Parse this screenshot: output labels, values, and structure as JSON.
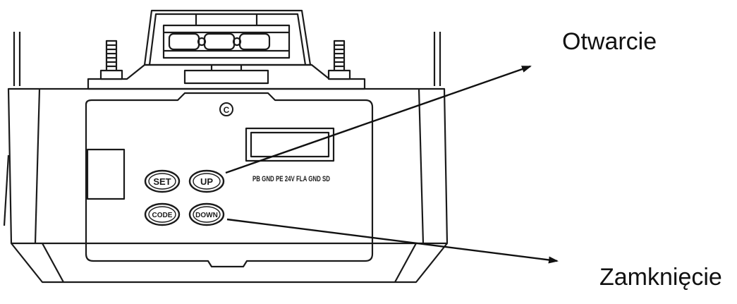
{
  "diagram": {
    "buttons": {
      "set": "SET",
      "up": "UP",
      "code": "CODE",
      "down": "DOWN"
    },
    "terminal_labels": "PB GND PE 24V FLA GND SD",
    "emblem": "C",
    "callouts": {
      "up_label": "Otwarcie",
      "down_label": "Zamknięcie"
    },
    "line_color": "#1a1a1a"
  }
}
